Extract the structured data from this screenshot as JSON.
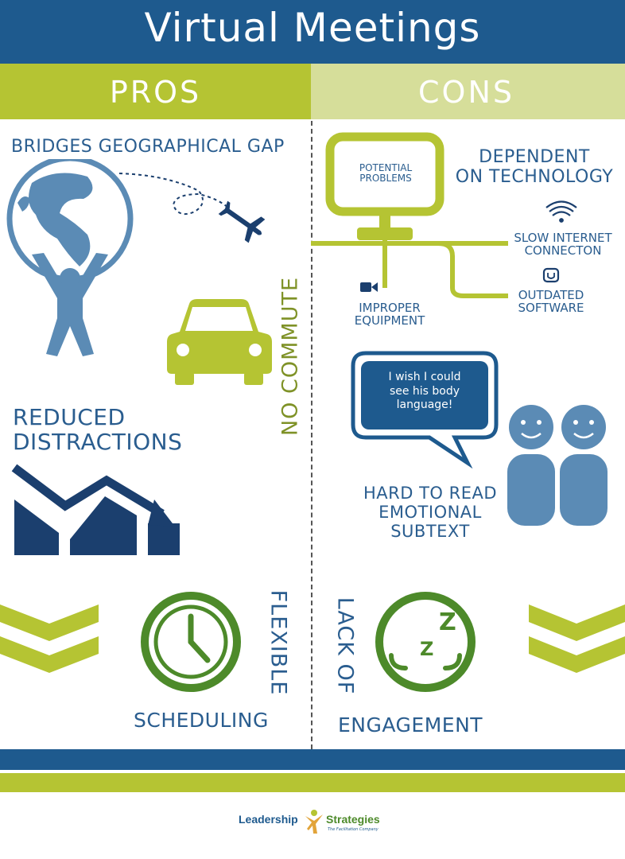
{
  "title": "Virtual Meetings",
  "columns": {
    "pros": "PROS",
    "cons": "CONS"
  },
  "pros": {
    "geo": "BRIDGES GEOGRAPHICAL GAP",
    "commute": "NO COMMUTE",
    "distractions": [
      "REDUCED",
      "DISTRACTIONS"
    ],
    "flexible": "FLEXIBLE",
    "scheduling": "SCHEDULING"
  },
  "cons": {
    "monitor_text": [
      "POTENTIAL",
      "PROBLEMS"
    ],
    "dependent": [
      "DEPENDENT",
      "ON TECHNOLOGY"
    ],
    "slow_internet": [
      "SLOW INTERNET",
      "CONNECTON"
    ],
    "outdated": [
      "OUTDATED",
      "SOFTWARE"
    ],
    "improper": [
      "IMPROPER",
      "EQUIPMENT"
    ],
    "bubble": [
      "I wish I could",
      "see his body",
      "language!"
    ],
    "hard_read": [
      "HARD TO READ",
      "EMOTIONAL",
      "SUBTEXT"
    ],
    "lack_of": "LACK OF",
    "engagement": "ENGAGEMENT"
  },
  "footer": {
    "brand_left": "Leadership",
    "brand_right": "Strategies",
    "tagline": "The Facilitation Company"
  },
  "colors": {
    "blue": "#1e5a8e",
    "navy": "#1b3f6e",
    "green": "#b5c433",
    "dark_green": "#4d8a2a",
    "light_green": "#d6de9a",
    "mid_blue": "#5b8bb5"
  }
}
